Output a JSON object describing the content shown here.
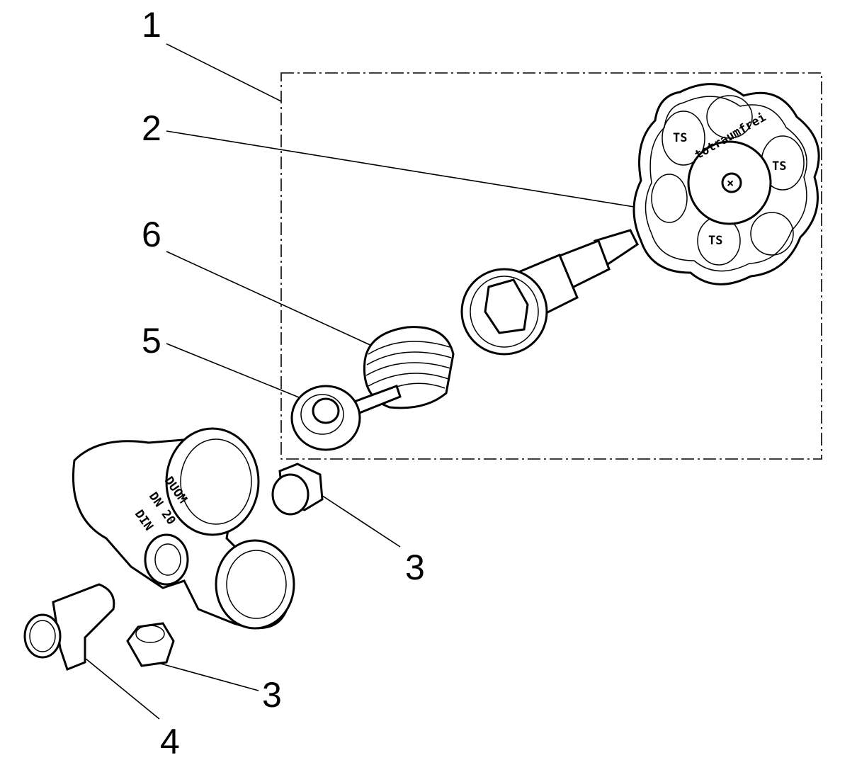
{
  "callouts": [
    {
      "label": "1",
      "part": "assembly-box"
    },
    {
      "label": "2",
      "part": "handwheel"
    },
    {
      "label": "6",
      "part": "spring"
    },
    {
      "label": "5",
      "part": "valve-disc-stem"
    },
    {
      "label": "3",
      "part": "plug-upper"
    },
    {
      "label": "3",
      "part": "plug-lower"
    },
    {
      "label": "4",
      "part": "drain-valve"
    }
  ],
  "handwheel_text": "totraumfrei",
  "handwheel_logo": "TS",
  "body_markings": [
    "DIN",
    "DN 20",
    "DUOM"
  ]
}
